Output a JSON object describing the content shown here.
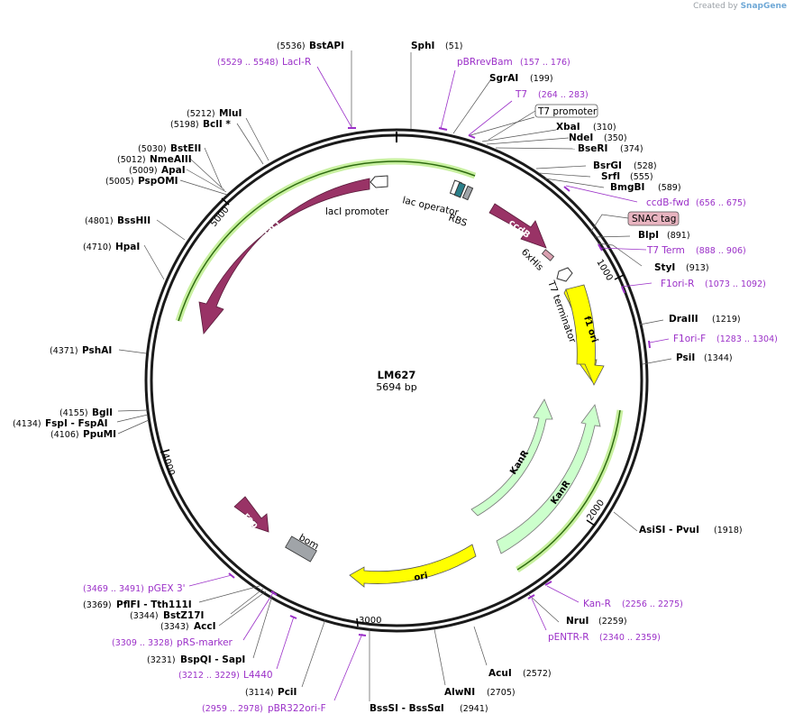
{
  "credit": {
    "prefix": "Created by",
    "brand": "SnapGene"
  },
  "plasmid": {
    "name": "LM627",
    "size_label": "5694 bp"
  },
  "ticks": [
    "1000",
    "2000",
    "3000",
    "4000",
    "5000"
  ],
  "features": {
    "lacI": "lacI",
    "lacI_promoter": "lacI promoter",
    "lac_operator": "lac operator",
    "rbs": "RBS",
    "ccdB": "ccdB",
    "his": "6xHis",
    "t7_terminator": "T7 terminator",
    "f1_ori": "f1 ori",
    "kanR_1": "KanR",
    "kanR_2": "KanR",
    "ori": "ori",
    "rop": "rop",
    "bom": "bom",
    "t7_promoter": "T7 promoter",
    "snac_tag": "SNAC tag"
  },
  "enzymes": [
    {
      "pos": "(51)",
      "name": "SphI"
    },
    {
      "pos": "(199)",
      "name": "SgrAI"
    },
    {
      "pos": "(310)",
      "name": "XbaI"
    },
    {
      "pos": "(350)",
      "name": "NdeI"
    },
    {
      "pos": "(374)",
      "name": "BseRI"
    },
    {
      "pos": "(528)",
      "name": "BsrGI"
    },
    {
      "pos": "(555)",
      "name": "SrfI"
    },
    {
      "pos": "(589)",
      "name": "BmgBI"
    },
    {
      "pos": "(891)",
      "name": "BlpI"
    },
    {
      "pos": "(913)",
      "name": "StyI"
    },
    {
      "pos": "(1219)",
      "name": "DraIII"
    },
    {
      "pos": "(1344)",
      "name": "PsiI"
    },
    {
      "pos": "(1918)",
      "name": "AsiSI - PvuI"
    },
    {
      "pos": "(2259)",
      "name": "NruI"
    },
    {
      "pos": "(2572)",
      "name": "AcuI"
    },
    {
      "pos": "(2705)",
      "name": "AlwNI"
    },
    {
      "pos": "(2941)",
      "name": "BssSI - BssSαI"
    },
    {
      "pos": "(3114)",
      "name": "PciI"
    },
    {
      "pos": "(3231)",
      "name": "BspQI - SapI"
    },
    {
      "pos": "(3343)",
      "name": "AccI"
    },
    {
      "pos": "(3344)",
      "name": "BstZ17I"
    },
    {
      "pos": "(3369)",
      "name": "PflFI - Tth111I"
    },
    {
      "pos": "(4106)",
      "name": "PpuMI"
    },
    {
      "pos": "(4134)",
      "name": "FspI - FspAI"
    },
    {
      "pos": "(4155)",
      "name": "BglI"
    },
    {
      "pos": "(4371)",
      "name": "PshAI"
    },
    {
      "pos": "(4710)",
      "name": "HpaI"
    },
    {
      "pos": "(4801)",
      "name": "BssHII"
    },
    {
      "pos": "(5005)",
      "name": "PspOMI"
    },
    {
      "pos": "(5009)",
      "name": "ApaI"
    },
    {
      "pos": "(5012)",
      "name": "NmeAIII"
    },
    {
      "pos": "(5030)",
      "name": "BstEII"
    },
    {
      "pos": "(5198)",
      "name": "BclI *"
    },
    {
      "pos": "(5212)",
      "name": "MluI"
    },
    {
      "pos": "(5536)",
      "name": "BstAPI"
    }
  ],
  "primers": [
    {
      "name": "LacI-R",
      "range": "(5529 .. 5548)"
    },
    {
      "name": "pBRrevBam",
      "range": "(157 .. 176)"
    },
    {
      "name": "T7",
      "range": "(264 .. 283)"
    },
    {
      "name": "ccdB-fwd",
      "range": "(656 .. 675)"
    },
    {
      "name": "T7 Term",
      "range": "(888 .. 906)"
    },
    {
      "name": "F1ori-R",
      "range": "(1073 .. 1092)"
    },
    {
      "name": "F1ori-F",
      "range": "(1283 .. 1304)"
    },
    {
      "name": "Kan-R",
      "range": "(2256 .. 2275)"
    },
    {
      "name": "pENTR-R",
      "range": "(2340 .. 2359)"
    },
    {
      "name": "pBR322ori-F",
      "range": "(2959 .. 2978)"
    },
    {
      "name": "L4440",
      "range": "(3212 .. 3229)"
    },
    {
      "name": "pRS-marker",
      "range": "(3309 .. 3328)"
    },
    {
      "name": "pGEX 3'",
      "range": "(3469 .. 3491)"
    }
  ],
  "colors": {
    "backbone": "#1a1a1a",
    "cds": "#993366",
    "origin": "#ffff00",
    "marker": "#ccffcc",
    "primer": "#9b30c8",
    "bom": "#a0a4a8",
    "his": "#d9a0b0",
    "snac": "#e8b4c0"
  }
}
